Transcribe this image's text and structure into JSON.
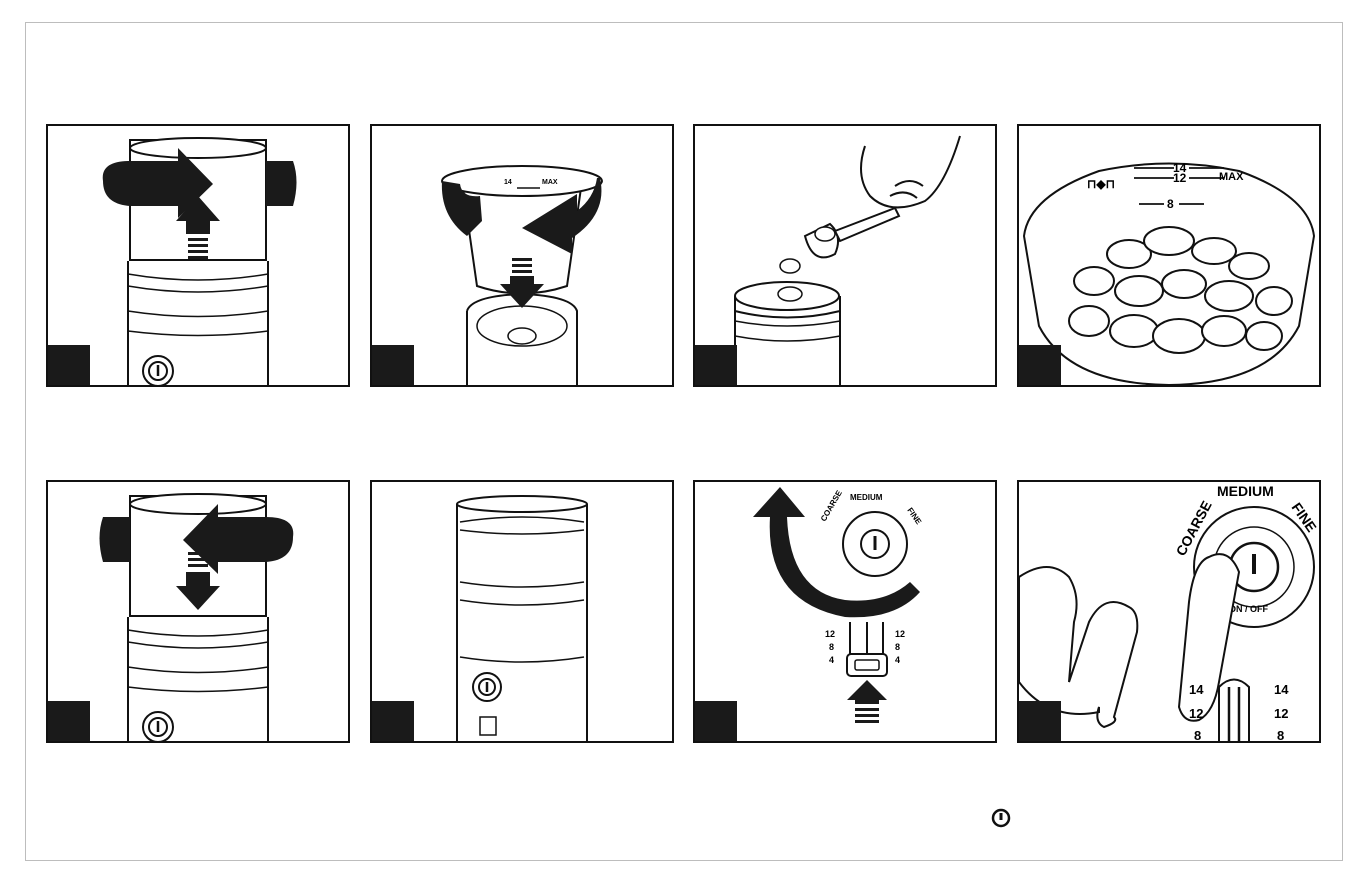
{
  "labels": {
    "max": "MAX",
    "l14": "14",
    "l12": "12",
    "l8": "8",
    "l4": "4",
    "coarse": "COARSE",
    "medium": "MEDIUM",
    "fine": "FINE",
    "onoff": "ON / OFF"
  },
  "icons": {
    "power": "power-icon",
    "lock": "lock-icon",
    "unlock": "unlock-icon"
  },
  "colors": {
    "ink": "#1a1a1a",
    "frame": "#bdbdbd"
  }
}
